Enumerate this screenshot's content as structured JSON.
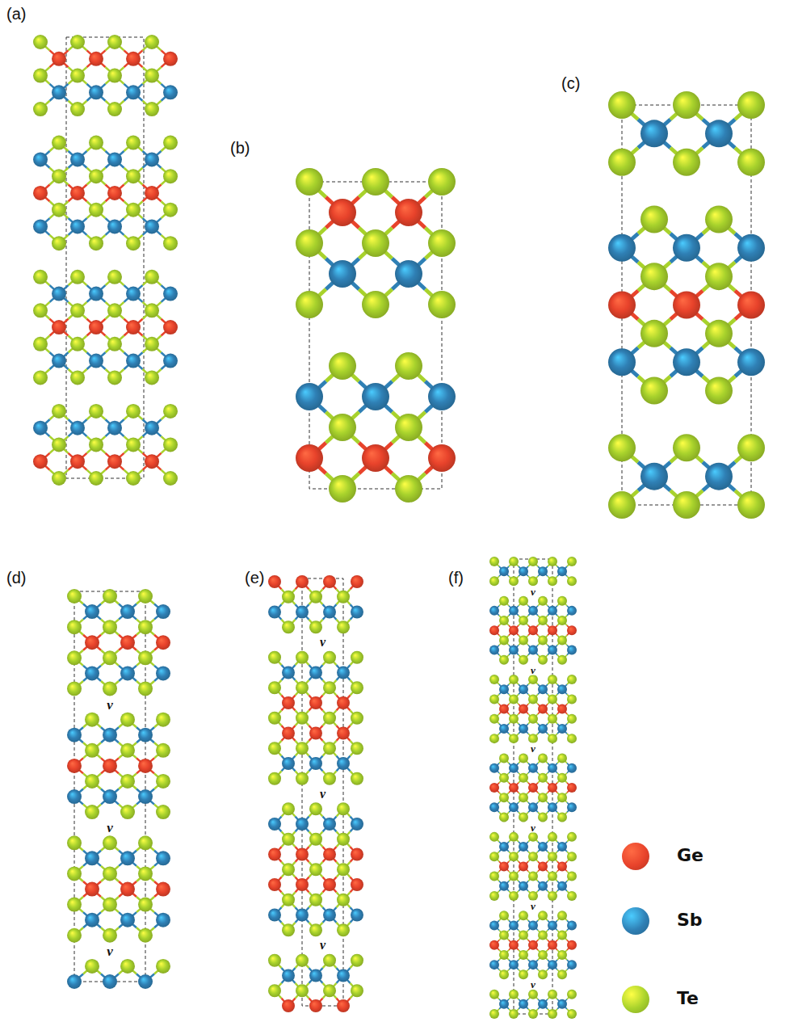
{
  "diagram": {
    "labels": [
      "(a)",
      "(b)",
      "(c)",
      "(d)",
      "(e)",
      "(f)",
      "ν",
      "ν",
      "ν",
      "ν",
      "ν",
      "ν",
      "ν",
      "ν",
      "ν",
      "ν",
      "ν",
      "ν"
    ],
    "legend": [
      {
        "text": "Ge",
        "color": "#e8432b"
      },
      {
        "text": "Sb",
        "color": "#2f80b5"
      },
      {
        "text": "Te",
        "color": "#a8d22c"
      }
    ]
  }
}
